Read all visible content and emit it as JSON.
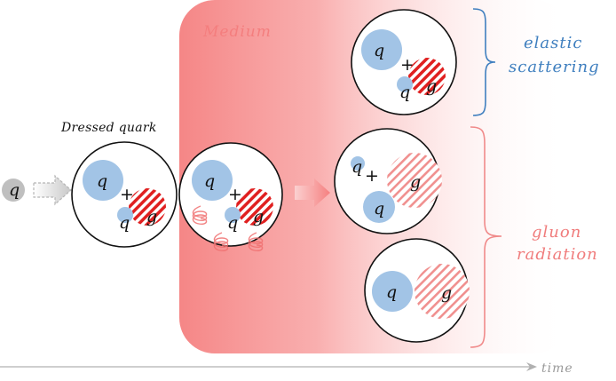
{
  "labels": {
    "medium": "Medium",
    "dressed_quark": "Dressed quark",
    "incoming_quark": "q",
    "quark": "q",
    "gluon": "g",
    "plus": "+",
    "time": "time",
    "elastic_line1": "elastic",
    "elastic_line2": "scattering",
    "gluon_line1": "gluon",
    "gluon_line2": "radiation"
  },
  "colors": {
    "medium": "#f58a8a",
    "quark_fill": "#a2c4e6",
    "gluon_stripe": "#e02020",
    "gluon_stripe_faint": "#f09090",
    "elastic_text": "#3f7fbf",
    "elastic_brace": "#3f7fbf",
    "gluon_text": "#f07c7c",
    "gluon_brace": "#f08a8a",
    "time_axis": "#aaaaaa",
    "incoming_quark": "#bbbbbb"
  }
}
